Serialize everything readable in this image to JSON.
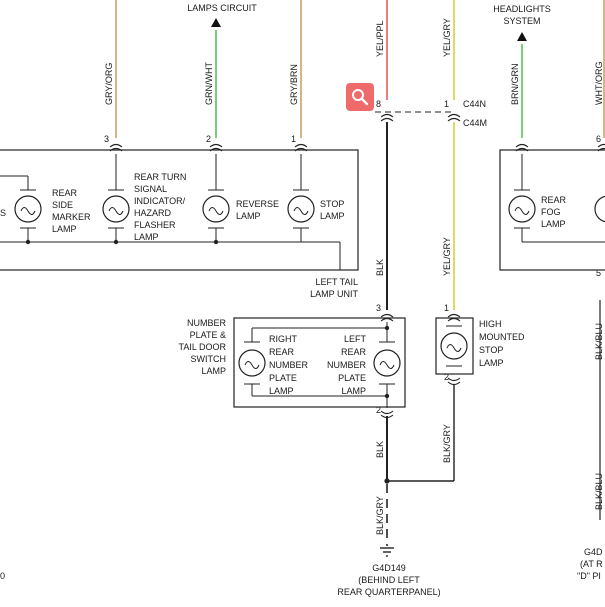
{
  "top_labels": {
    "lamps_circuit": "LAMPS CIRCUIT",
    "headlights_1": "HEADLIGHTS",
    "headlights_2": "SYSTEM"
  },
  "wires": {
    "gry_org": "GRY/ORG",
    "grn_wht": "GRN/WHT",
    "gry_brn": "GRY/BRN",
    "yel_ppl": "YEL/PPL",
    "yel_gry_top": "YEL/GRY",
    "brn_grn": "BRN/GRN",
    "wht_org": "WHT/ORG",
    "blk_mid": "BLK",
    "yel_gry_mid": "YEL/GRY",
    "blk_low": "BLK",
    "blk_gry_right": "BLK/GRY",
    "blk_gry_low": "BLK/GRY",
    "blk_blu_1": "BLK/BLU",
    "blk_blu_2": "BLK/BLU"
  },
  "pins": {
    "p3a": "3",
    "p2a": "2",
    "p1a": "1",
    "p8": "8",
    "p1b": "1",
    "p3b": "3",
    "p1c": "1",
    "p2b": "2",
    "p2c": "2",
    "p6": "6",
    "p5": "5"
  },
  "connectors": {
    "c44n": "C44N",
    "c44m": "C44M"
  },
  "lamps": {
    "side_marker": [
      "REAR",
      "SIDE",
      "MARKER",
      "LAMP"
    ],
    "cut_s": "S",
    "turn_signal": [
      "REAR TURN",
      "SIGNAL",
      "INDICATOR/",
      "HAZARD",
      "FLASHER",
      "LAMP"
    ],
    "reverse": [
      "REVERSE",
      "LAMP"
    ],
    "stop": [
      "STOP",
      "LAMP"
    ],
    "fog": [
      "REAR",
      "FOG",
      "LAMP"
    ],
    "high_mounted": [
      "HIGH",
      "MOUNTED",
      "STOP",
      "LAMP"
    ],
    "right_number": [
      "RIGHT",
      "REAR",
      "NUMBER",
      "PLATE",
      "LAMP"
    ],
    "left_number": [
      "LEFT",
      "REAR",
      "NUMBER",
      "PLATE",
      "LAMP"
    ]
  },
  "units": {
    "left_tail": [
      "LEFT TAIL",
      "LAMP UNIT"
    ],
    "number_plate_switch": [
      "NUMBER",
      "PLATE &",
      "TAIL DOOR",
      "SWITCH",
      "LAMP"
    ]
  },
  "grounds": {
    "g4d149": "G4D149",
    "g4d149_desc": [
      "(BEHIND LEFT",
      "REAR QUARTERPANEL)"
    ],
    "right_cut": [
      "G4D",
      "(AT R",
      "\"D\" PI"
    ],
    "left_cut": "0"
  },
  "toolbar": {
    "zoom_icon": "magnifier-icon"
  },
  "colors": {
    "yellow_wire": "#d4d43a",
    "red_wire": "#e35d5d",
    "green_wire": "#5cc25c",
    "tan_wire": "#c9a26a",
    "black_wire": "#222222",
    "zoom_bg": "#ef6b6b"
  }
}
